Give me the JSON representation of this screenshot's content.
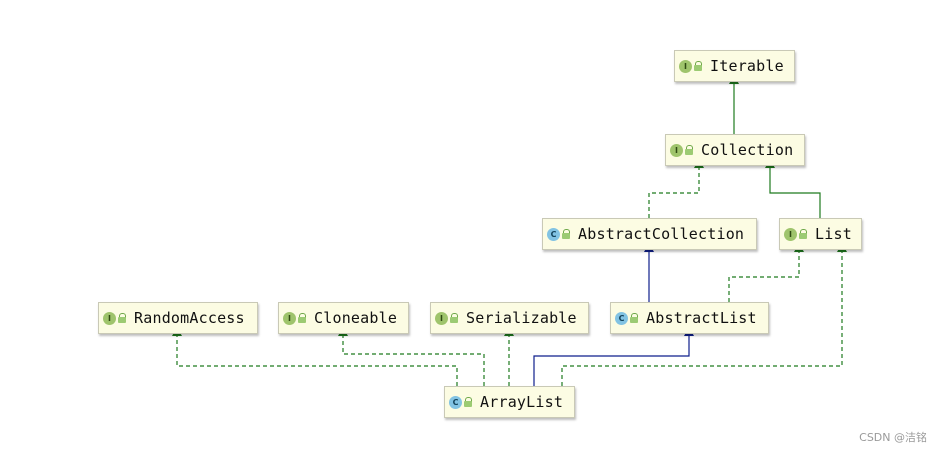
{
  "nodes": {
    "iterable": {
      "label": "Iterable",
      "kind": "interface"
    },
    "collection": {
      "label": "Collection",
      "kind": "interface"
    },
    "abstract_collection": {
      "label": "AbstractCollection",
      "kind": "class"
    },
    "list": {
      "label": "List",
      "kind": "interface"
    },
    "random_access": {
      "label": "RandomAccess",
      "kind": "interface"
    },
    "cloneable": {
      "label": "Cloneable",
      "kind": "interface"
    },
    "serializable": {
      "label": "Serializable",
      "kind": "interface"
    },
    "abstract_list": {
      "label": "AbstractList",
      "kind": "class"
    },
    "array_list": {
      "label": "ArrayList",
      "kind": "class"
    }
  },
  "badges": {
    "interface": "I",
    "class": "C"
  },
  "edges": [
    {
      "from": "Collection",
      "to": "Iterable",
      "relation": "extends"
    },
    {
      "from": "AbstractCollection",
      "to": "Collection",
      "relation": "implements"
    },
    {
      "from": "List",
      "to": "Collection",
      "relation": "extends"
    },
    {
      "from": "AbstractList",
      "to": "AbstractCollection",
      "relation": "extends"
    },
    {
      "from": "AbstractList",
      "to": "List",
      "relation": "implements"
    },
    {
      "from": "ArrayList",
      "to": "AbstractList",
      "relation": "extends"
    },
    {
      "from": "ArrayList",
      "to": "List",
      "relation": "implements"
    },
    {
      "from": "ArrayList",
      "to": "RandomAccess",
      "relation": "implements"
    },
    {
      "from": "ArrayList",
      "to": "Cloneable",
      "relation": "implements"
    },
    {
      "from": "ArrayList",
      "to": "Serializable",
      "relation": "implements"
    }
  ],
  "colors": {
    "interface_edge": "#1e7a1e",
    "class_edge": "#0f1f8c",
    "node_fill": "#fcfce3",
    "interface_badge": "#9fc46c",
    "class_badge": "#82c3e3"
  },
  "watermark": "CSDN @洁铭"
}
